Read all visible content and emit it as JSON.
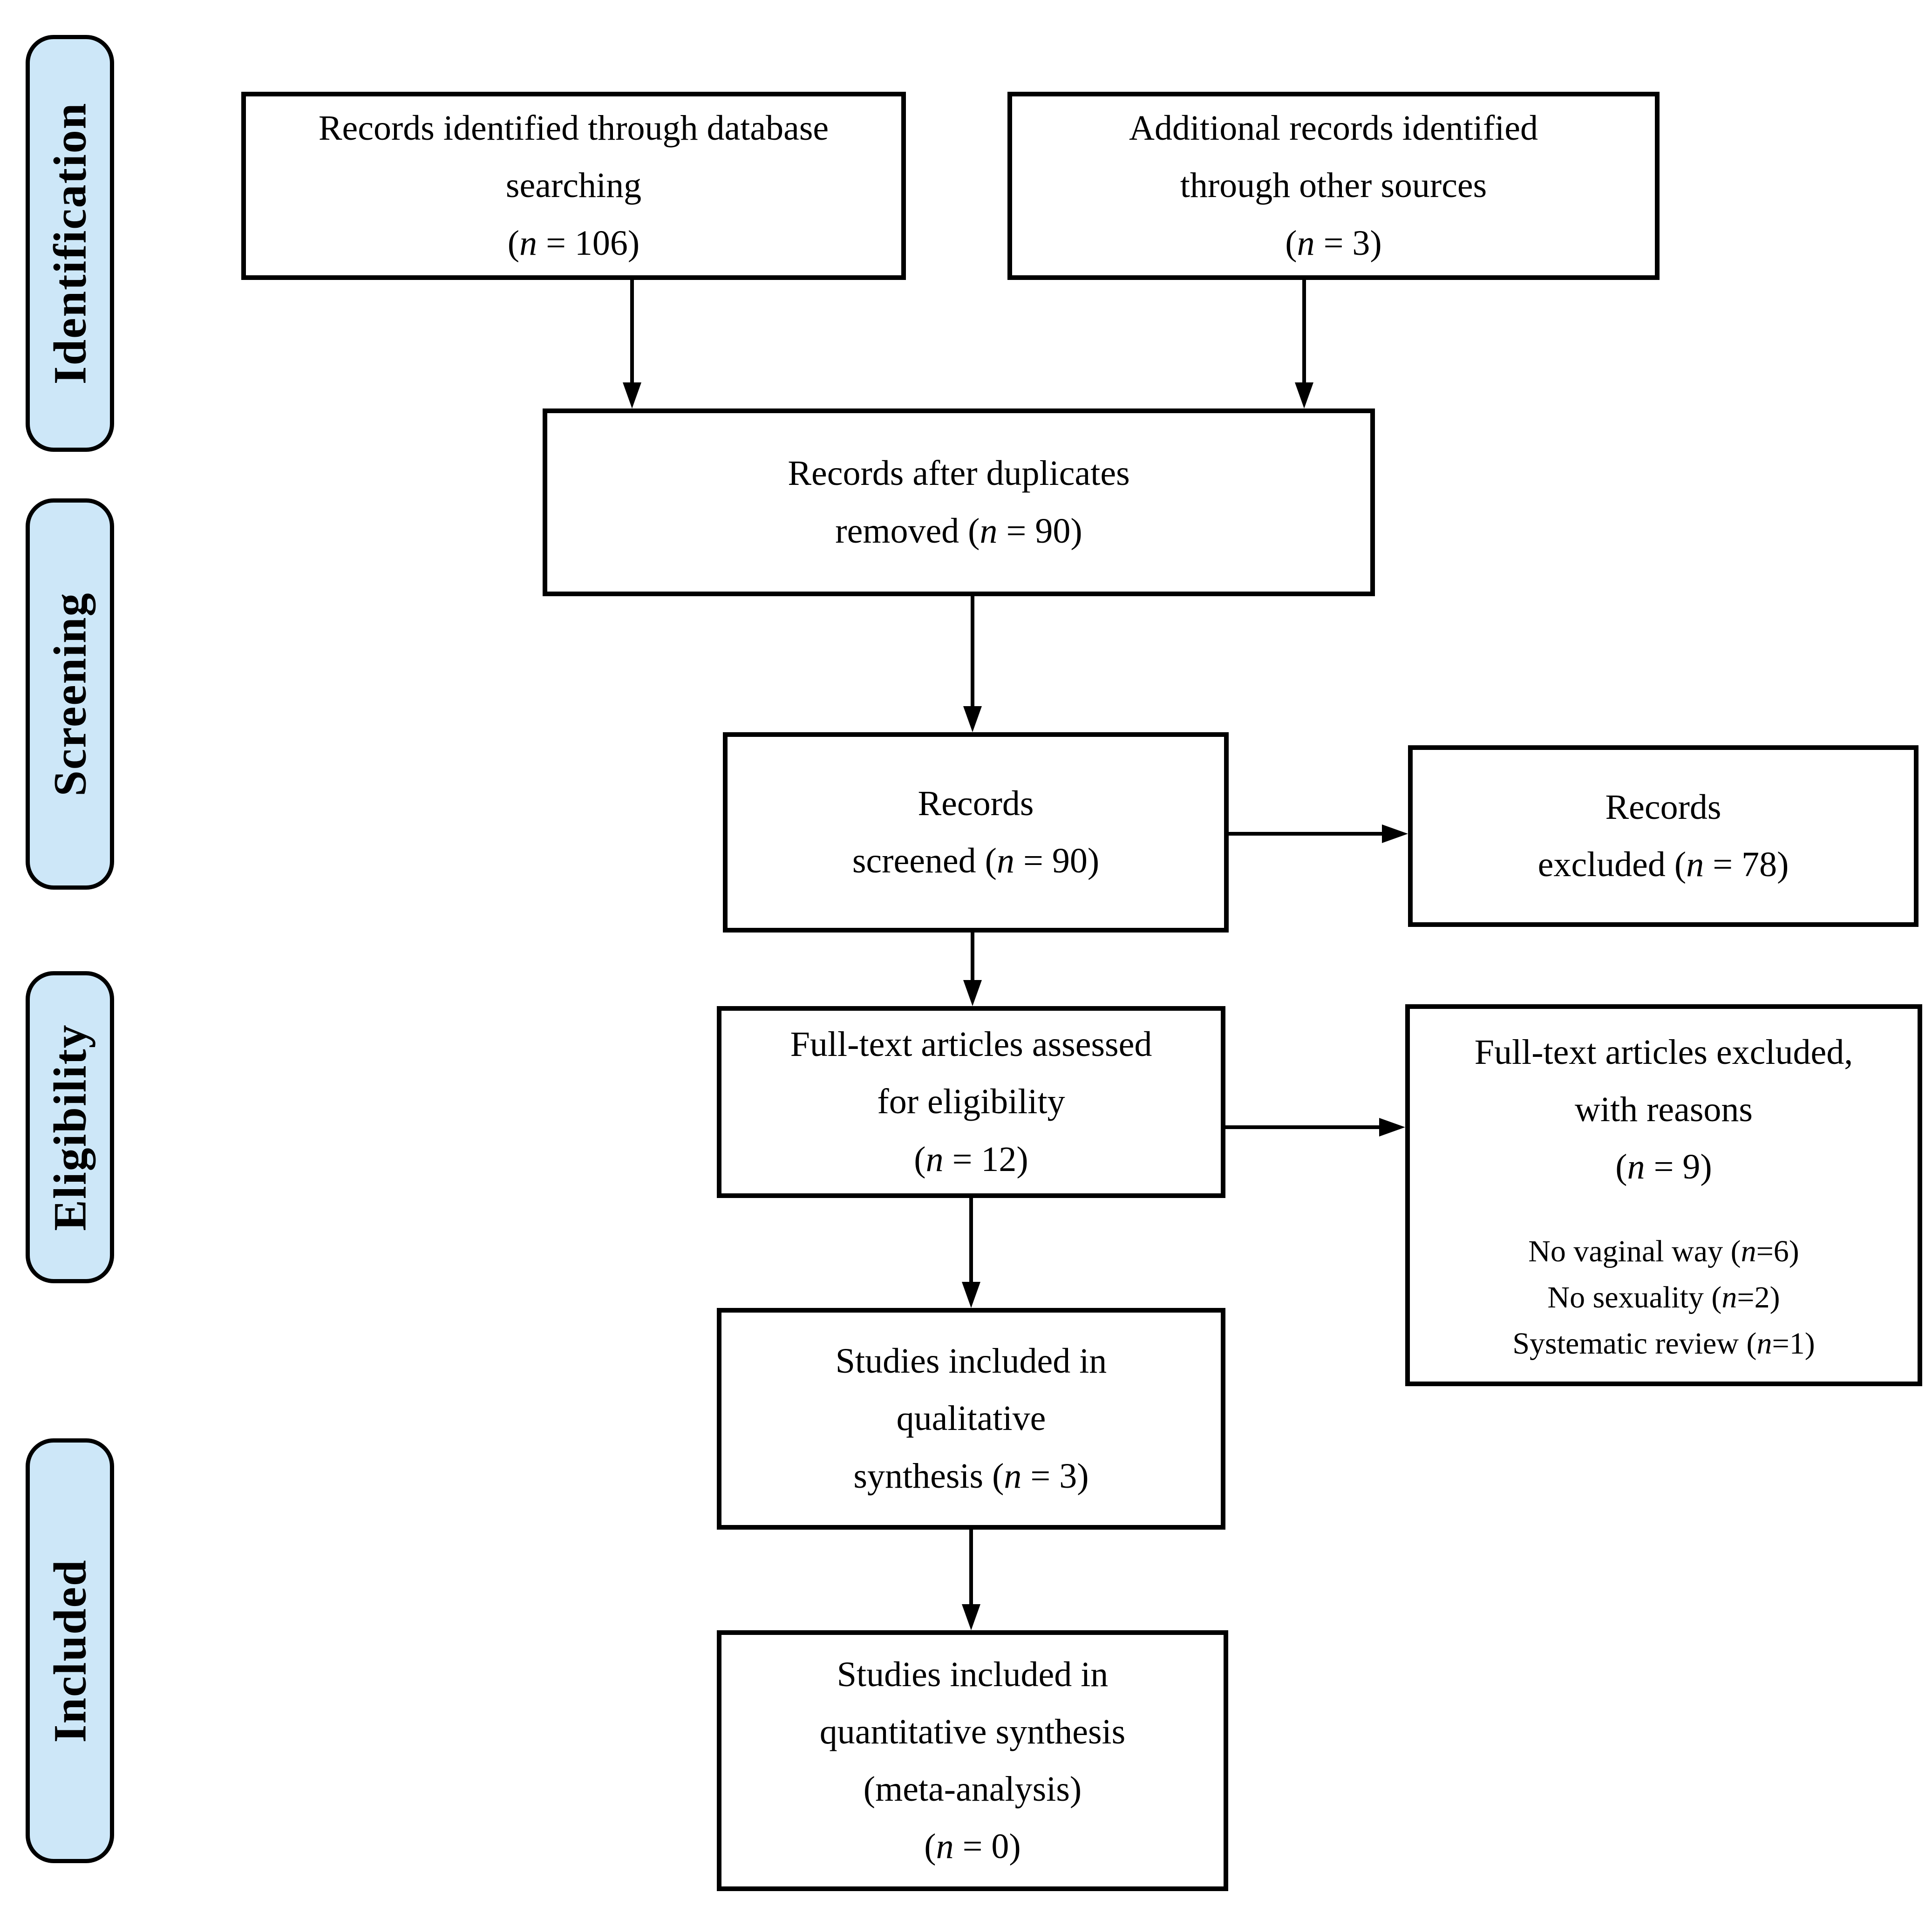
{
  "colors": {
    "page_bg": "#ffffff",
    "stage_fill": "#cde7f8",
    "line": "#000000",
    "text": "#000000"
  },
  "stages": {
    "identification": {
      "label": "Identification"
    },
    "screening": {
      "label": "Screening"
    },
    "eligibility": {
      "label": "Eligibility"
    },
    "included": {
      "label": "Included"
    }
  },
  "boxes": {
    "records_identified": {
      "lines": [
        "Records identified through database",
        "searching",
        "(n = 106)"
      ]
    },
    "additional_records": {
      "lines": [
        "Additional records identified",
        "through other sources",
        "(n = 3)"
      ]
    },
    "duplicates_removed": {
      "lines": [
        "Records after duplicates",
        "removed (n = 90)"
      ]
    },
    "records_screened": {
      "lines": [
        "Records",
        "screened (n = 90)"
      ]
    },
    "records_excluded": {
      "lines": [
        "Records",
        "excluded (n = 78)"
      ]
    },
    "fulltext_assessed": {
      "lines": [
        "Full-text articles assessed",
        "for eligibility",
        "(n = 12)"
      ]
    },
    "fulltext_excluded": {
      "lines": [
        "Full-text articles excluded,",
        "with reasons",
        "(n = 9)"
      ],
      "reasons": [
        "No vaginal way (n=6)",
        "No sexuality (n=2)",
        "Systematic review (n=1)"
      ]
    },
    "qualitative_synthesis": {
      "lines": [
        "Studies included in",
        "qualitative",
        "synthesis (n = 3)"
      ]
    },
    "quantitative_synthesis": {
      "lines": [
        "Studies included in",
        "quantitative synthesis",
        "(meta-analysis)",
        "(n = 0)"
      ]
    }
  }
}
